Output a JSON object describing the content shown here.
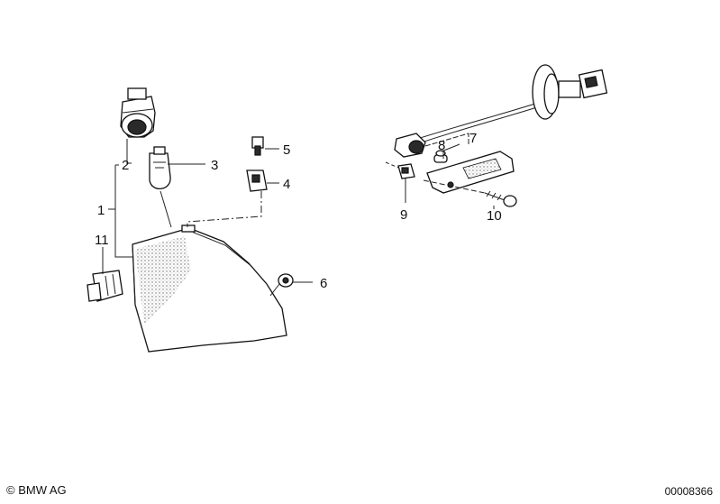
{
  "callouts": {
    "c1": "1",
    "c2": "2",
    "c3": "3",
    "c4": "4",
    "c5": "5",
    "c6": "6",
    "c7": "7",
    "c8": "8",
    "c9": "9",
    "c10": "10",
    "c11": "11"
  },
  "footer": {
    "copyright": "© BMW AG",
    "drawing_number": "00008366"
  }
}
